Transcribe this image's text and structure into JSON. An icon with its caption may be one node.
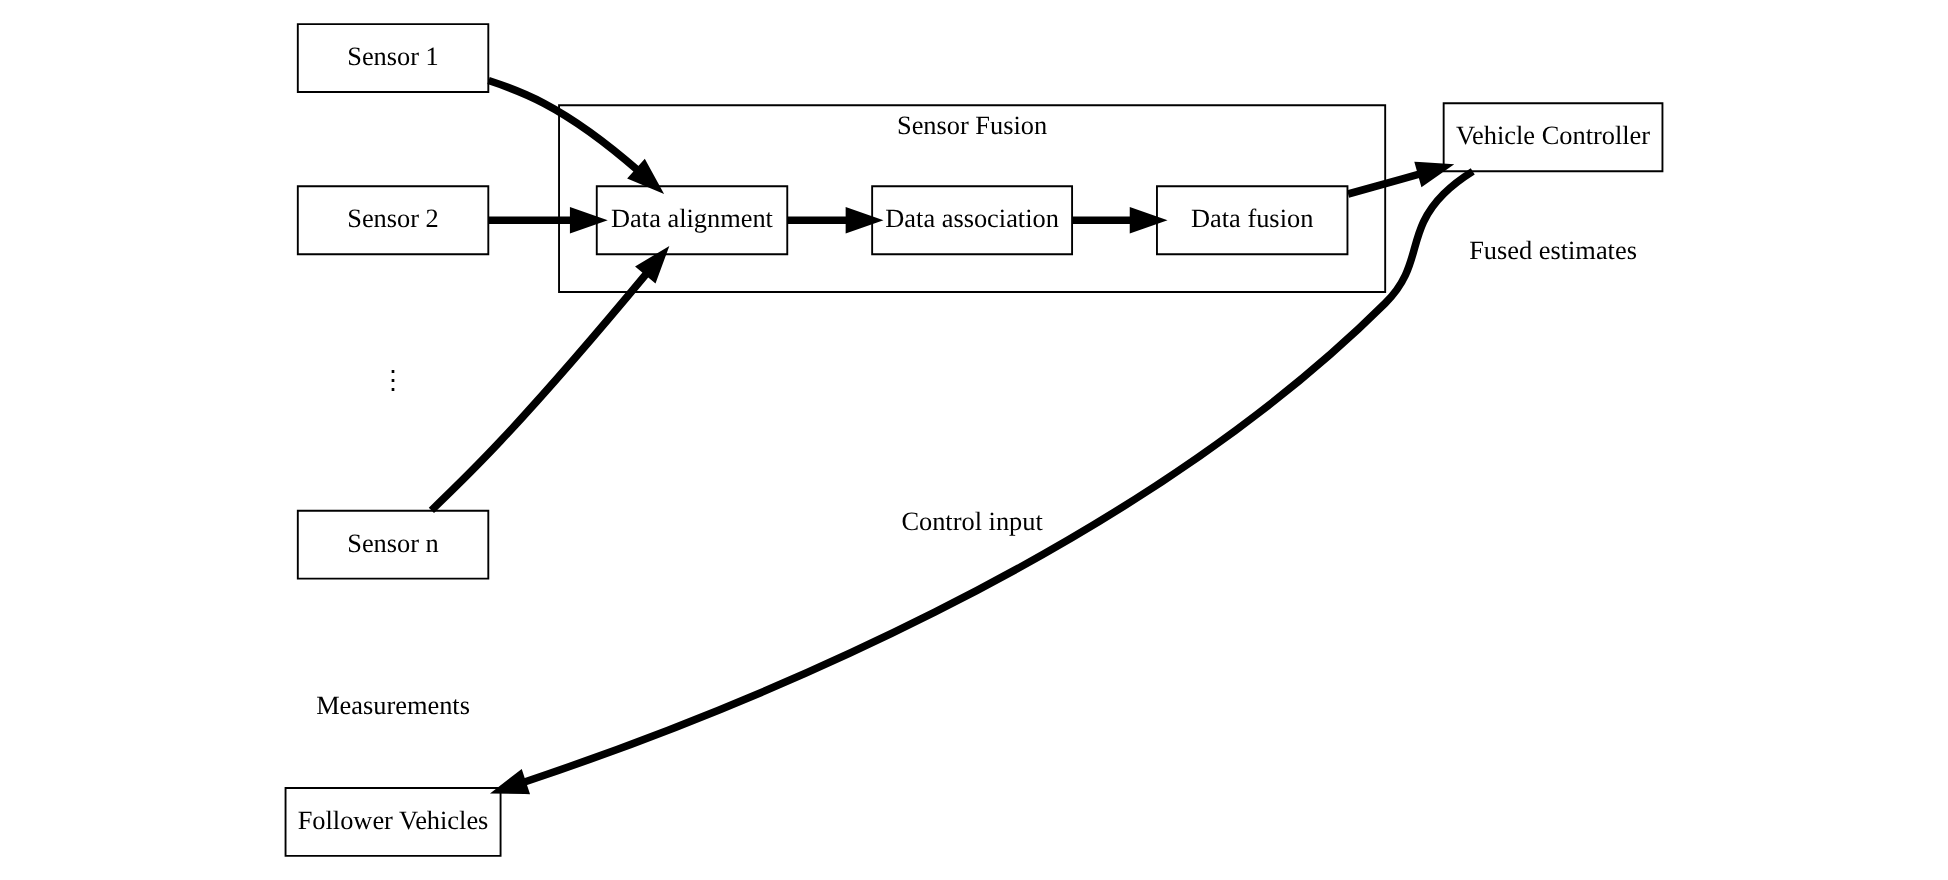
{
  "diagram": {
    "nodes": [
      {
        "text": [
          "Sensor 1"
        ]
      },
      {
        "text": [
          "Sensor 2"
        ]
      },
      {
        "text": [
          "Sensor n"
        ]
      },
      {
        "text": [
          "Sensor Fusion"
        ]
      },
      {
        "text": [
          "Data alignment"
        ],
        "in": 3
      },
      {
        "text": [
          "Data association"
        ],
        "in": 3
      },
      {
        "text": [
          "Data fusion"
        ],
        "in": 3
      },
      {
        "text": [
          "Vehicle Controller"
        ]
      },
      {
        "text": [
          "Follower Vehicles"
        ]
      }
    ],
    "edges": [
      {
        "from": 0,
        "to": 4,
        "arrow": "to"
      },
      {
        "from": 1,
        "to": 4,
        "arrow": "to"
      },
      {
        "from": 2,
        "to": 4,
        "arrow": "to"
      },
      {
        "from": 4,
        "to": 5,
        "arrow": "to"
      },
      {
        "from": 5,
        "to": 6,
        "arrow": "to"
      },
      {
        "from": 6,
        "to": 7,
        "arrow": "to"
      },
      {
        "from": 7,
        "to": 8,
        "arrow": "to",
        "label": "Control input"
      }
    ],
    "labels": [
      "⋮",
      "Measurements",
      "Fused estimates"
    ]
  }
}
